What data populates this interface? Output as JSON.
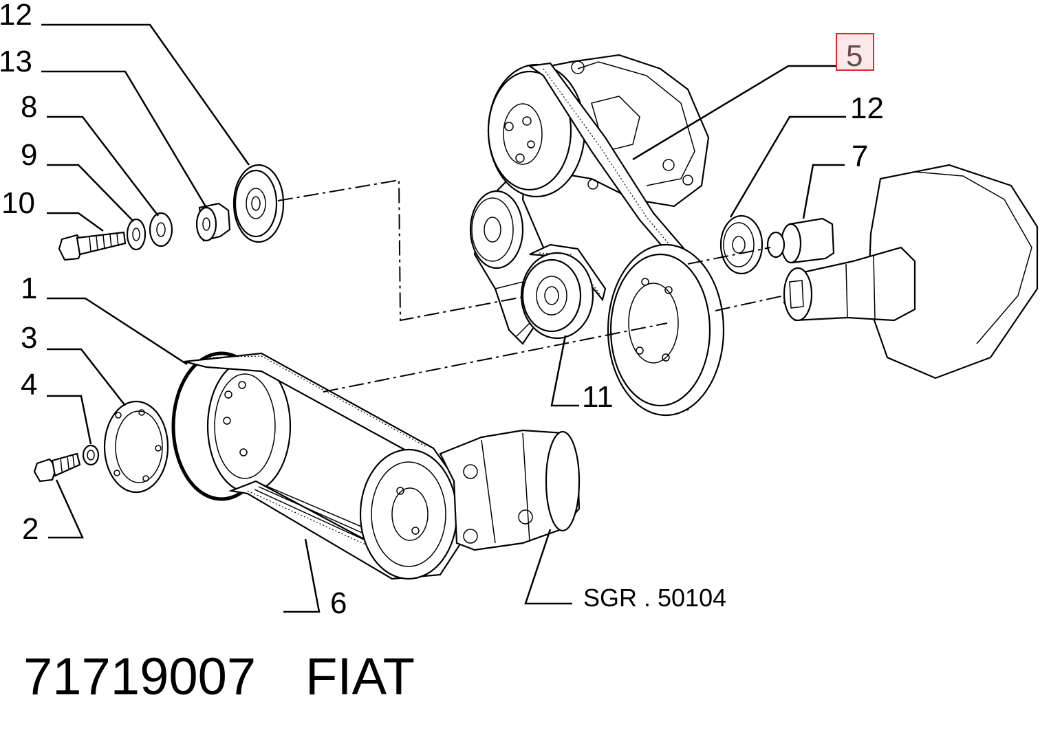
{
  "callouts": {
    "c12_left": "12",
    "c13": "13",
    "c8": "8",
    "c9": "9",
    "c10": "10",
    "c1": "1",
    "c3": "3",
    "c4": "4",
    "c2": "2",
    "c6": "6",
    "c11": "11",
    "c5": "5",
    "c12_right": "12",
    "c7": "7"
  },
  "highlighted_callout": "5",
  "highlight_color": "#e0252e",
  "reference": "SGR . 50104",
  "footer": {
    "part_number": "71719007",
    "brand": "FIAT"
  }
}
